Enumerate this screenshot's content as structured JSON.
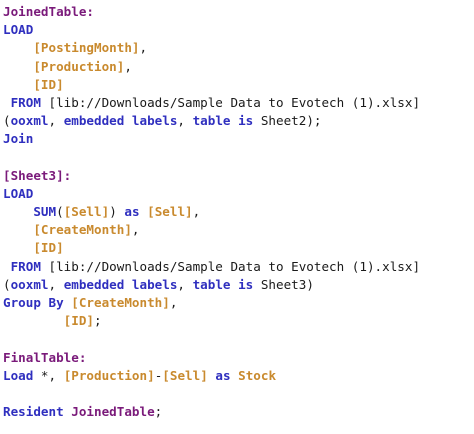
{
  "editor": {
    "colors": {
      "label": "#7a1a7a",
      "keyword": "#2f2fbf",
      "field": "#c98a2e",
      "plain": "#1a1a1a"
    },
    "lines": [
      [
        {
          "t": "JoinedTable:",
          "k": "label"
        }
      ],
      [
        {
          "t": "LOAD",
          "k": "keyword"
        }
      ],
      [
        {
          "t": "    ",
          "k": "plain"
        },
        {
          "t": "[PostingMonth]",
          "k": "field"
        },
        {
          "t": ",",
          "k": "plain"
        }
      ],
      [
        {
          "t": "    ",
          "k": "plain"
        },
        {
          "t": "[Production]",
          "k": "field"
        },
        {
          "t": ",",
          "k": "plain"
        }
      ],
      [
        {
          "t": "    ",
          "k": "plain"
        },
        {
          "t": "[ID]",
          "k": "field"
        }
      ],
      [
        {
          "t": " FROM",
          "k": "keyword"
        },
        {
          "t": " [lib://Downloads/Sample Data to Evotech (1).xlsx]",
          "k": "plain"
        }
      ],
      [
        {
          "t": "(",
          "k": "plain"
        },
        {
          "t": "ooxml",
          "k": "keyword"
        },
        {
          "t": ", ",
          "k": "plain"
        },
        {
          "t": "embedded labels",
          "k": "keyword"
        },
        {
          "t": ", ",
          "k": "plain"
        },
        {
          "t": "table is",
          "k": "keyword"
        },
        {
          "t": " Sheet2);",
          "k": "plain"
        }
      ],
      [
        {
          "t": "Join",
          "k": "keyword"
        }
      ],
      [],
      [
        {
          "t": "[Sheet3]:",
          "k": "label"
        }
      ],
      [
        {
          "t": "LOAD",
          "k": "keyword"
        }
      ],
      [
        {
          "t": "    ",
          "k": "plain"
        },
        {
          "t": "SUM",
          "k": "keyword"
        },
        {
          "t": "(",
          "k": "plain"
        },
        {
          "t": "[Sell]",
          "k": "field"
        },
        {
          "t": ") ",
          "k": "plain"
        },
        {
          "t": "as",
          "k": "keyword"
        },
        {
          "t": " ",
          "k": "plain"
        },
        {
          "t": "[Sell]",
          "k": "field"
        },
        {
          "t": ",",
          "k": "plain"
        }
      ],
      [
        {
          "t": "    ",
          "k": "plain"
        },
        {
          "t": "[CreateMonth]",
          "k": "field"
        },
        {
          "t": ",",
          "k": "plain"
        }
      ],
      [
        {
          "t": "    ",
          "k": "plain"
        },
        {
          "t": "[ID]",
          "k": "field"
        }
      ],
      [
        {
          "t": " FROM",
          "k": "keyword"
        },
        {
          "t": " [lib://Downloads/Sample Data to Evotech (1).xlsx]",
          "k": "plain"
        }
      ],
      [
        {
          "t": "(",
          "k": "plain"
        },
        {
          "t": "ooxml",
          "k": "keyword"
        },
        {
          "t": ", ",
          "k": "plain"
        },
        {
          "t": "embedded labels",
          "k": "keyword"
        },
        {
          "t": ", ",
          "k": "plain"
        },
        {
          "t": "table is",
          "k": "keyword"
        },
        {
          "t": " Sheet3)",
          "k": "plain"
        }
      ],
      [
        {
          "t": "Group By",
          "k": "keyword"
        },
        {
          "t": " ",
          "k": "plain"
        },
        {
          "t": "[CreateMonth]",
          "k": "field"
        },
        {
          "t": ",",
          "k": "plain"
        }
      ],
      [
        {
          "t": "        ",
          "k": "plain"
        },
        {
          "t": "[ID]",
          "k": "field"
        },
        {
          "t": ";",
          "k": "plain"
        }
      ],
      [],
      [
        {
          "t": "FinalTable:",
          "k": "label"
        }
      ],
      [
        {
          "t": "Load",
          "k": "keyword"
        },
        {
          "t": " *, ",
          "k": "plain"
        },
        {
          "t": "[Production]",
          "k": "field"
        },
        {
          "t": "-",
          "k": "plain"
        },
        {
          "t": "[Sell]",
          "k": "field"
        },
        {
          "t": " ",
          "k": "plain"
        },
        {
          "t": "as",
          "k": "keyword"
        },
        {
          "t": " ",
          "k": "plain"
        },
        {
          "t": "Stock",
          "k": "field"
        }
      ],
      [],
      [
        {
          "t": "Resident",
          "k": "keyword"
        },
        {
          "t": " ",
          "k": "plain"
        },
        {
          "t": "JoinedTable",
          "k": "label"
        },
        {
          "t": ";",
          "k": "plain"
        }
      ]
    ]
  }
}
